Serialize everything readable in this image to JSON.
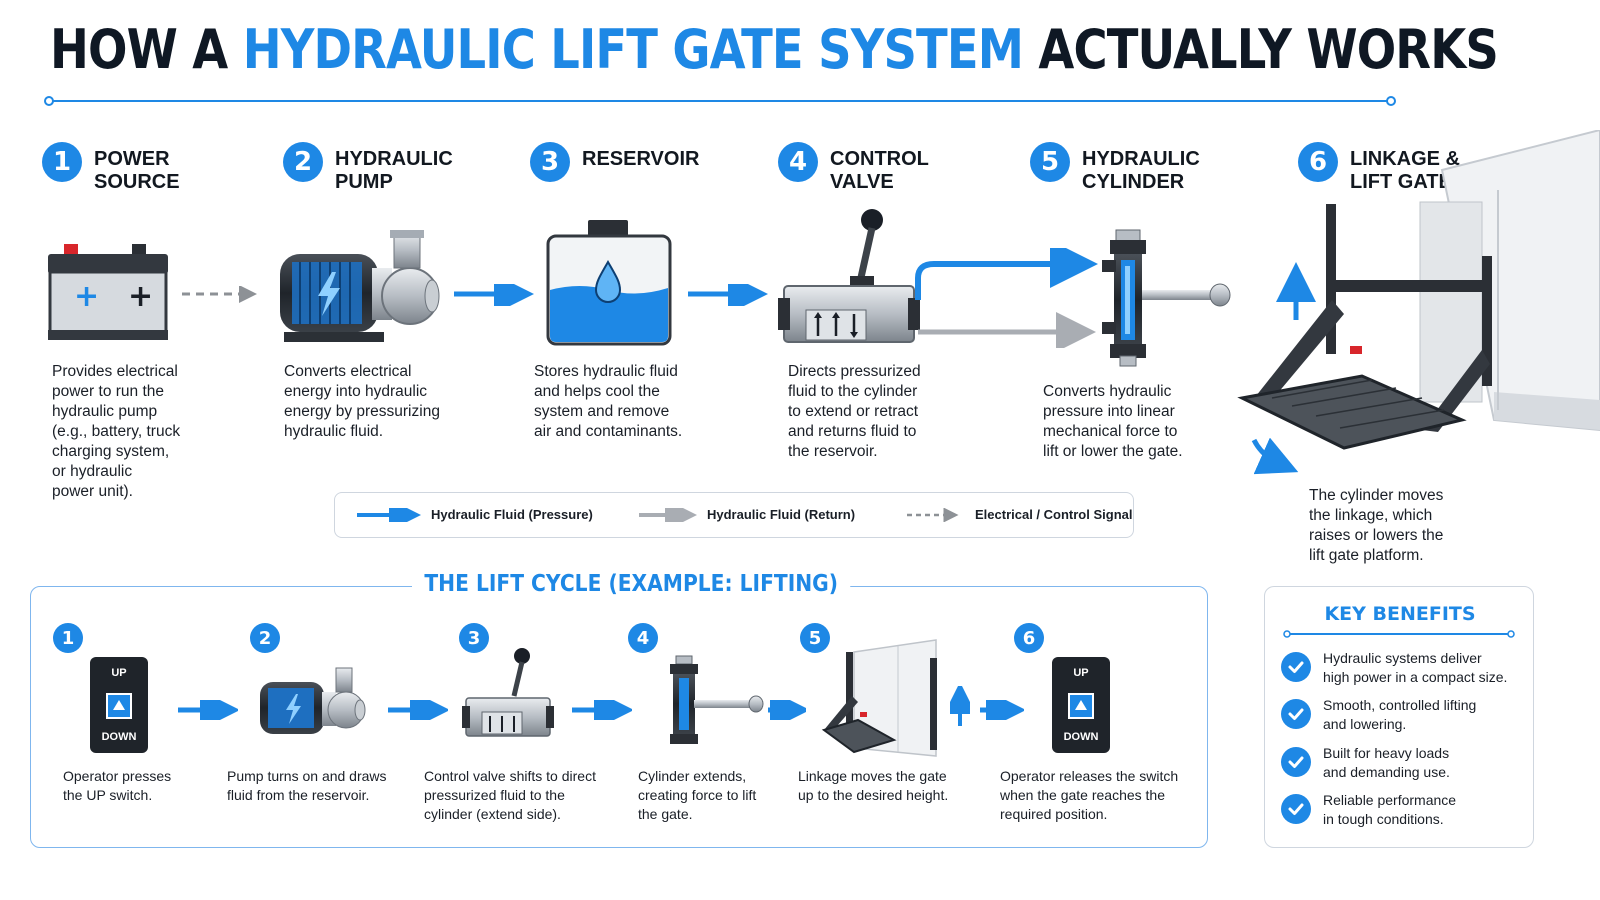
{
  "title": {
    "part1": "HOW A ",
    "highlight": "HYDRAULIC LIFT GATE SYSTEM",
    "part2": " ACTUALLY WORKS"
  },
  "colors": {
    "accent": "#1e88e5",
    "dark": "#0f1824",
    "return": "#a9adb3"
  },
  "steps": [
    {
      "num": "1",
      "title": "POWER\nSOURCE",
      "icon": "battery-icon",
      "desc": "Provides electrical\npower to run the\nhydraulic pump\n(e.g., battery, truck\ncharging system,\nor hydraulic\npower unit)."
    },
    {
      "num": "2",
      "title": "HYDRAULIC\nPUMP",
      "icon": "pump-icon",
      "desc": "Converts electrical\nenergy into hydraulic\nenergy by pressurizing\nhydraulic fluid."
    },
    {
      "num": "3",
      "title": "RESERVOIR",
      "icon": "reservoir-icon",
      "desc": "Stores hydraulic fluid\nand helps cool the\nsystem and remove\nair and contaminants."
    },
    {
      "num": "4",
      "title": "CONTROL\nVALVE",
      "icon": "control-valve-icon",
      "desc": "Directs pressurized\nfluid to the cylinder\nto extend or retract\nand returns fluid to\nthe reservoir."
    },
    {
      "num": "5",
      "title": "HYDRAULIC\nCYLINDER",
      "icon": "cylinder-icon",
      "desc": "Converts hydraulic\npressure into linear\nmechanical force to\nlift or lower the gate."
    },
    {
      "num": "6",
      "title": "LINKAGE &\nLIFT GATE",
      "icon": "lift-gate-icon",
      "desc": "The cylinder moves\nthe linkage, which\nraises or lowers the\nlift gate platform."
    }
  ],
  "legend": [
    {
      "label": "Hydraulic Fluid (Pressure)",
      "style": "pressure"
    },
    {
      "label": "Hydraulic Fluid (Return)",
      "style": "return"
    },
    {
      "label": "Electrical / Control Signal",
      "style": "signal"
    }
  ],
  "cycle": {
    "title": "THE LIFT CYCLE (EXAMPLE: LIFTING)",
    "switch_up": "UP",
    "switch_down": "DOWN",
    "steps": [
      {
        "num": "1",
        "icon": "switch-icon",
        "desc": "Operator presses\nthe UP switch."
      },
      {
        "num": "2",
        "icon": "pump-icon",
        "desc": "Pump turns on and draws\nfluid from the reservoir."
      },
      {
        "num": "3",
        "icon": "control-valve-icon",
        "desc": "Control valve shifts to direct\npressurized fluid to the\ncylinder (extend side)."
      },
      {
        "num": "4",
        "icon": "cylinder-icon",
        "desc": "Cylinder extends,\ncreating force to lift\nthe gate."
      },
      {
        "num": "5",
        "icon": "lift-gate-icon",
        "desc": "Linkage moves the gate\nup to the desired height."
      },
      {
        "num": "6",
        "icon": "switch-icon",
        "desc": "Operator releases the switch\nwhen the gate reaches the\nrequired position."
      }
    ]
  },
  "benefits": {
    "title": "KEY BENEFITS",
    "items": [
      "Hydraulic systems deliver\nhigh power in a compact size.",
      "Smooth, controlled lifting\nand lowering.",
      "Built for heavy loads\nand demanding use.",
      "Reliable performance\nin tough conditions."
    ]
  }
}
